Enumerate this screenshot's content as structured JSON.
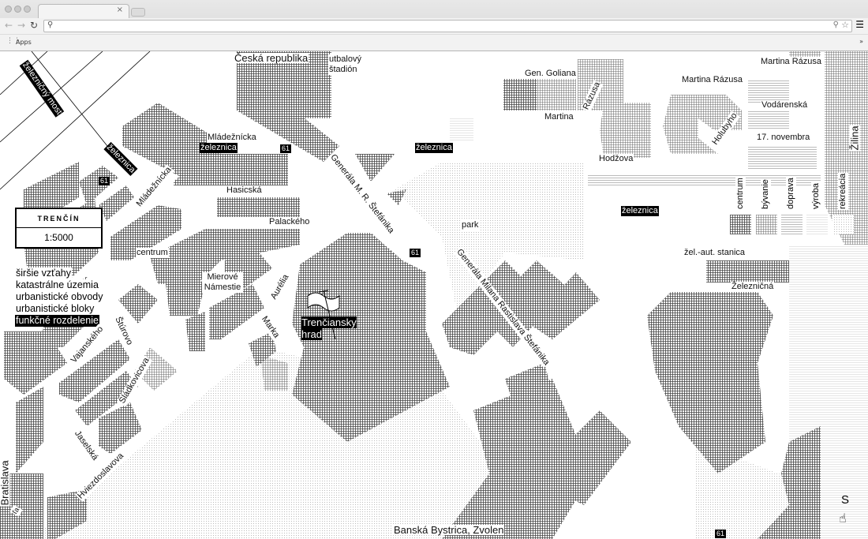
{
  "browser": {
    "tab_close": "×",
    "bookmarks_apps": "Apps",
    "address_value": "",
    "more": "»"
  },
  "map": {
    "title": "TRENČÍN",
    "scale": "1:5000",
    "layers": [
      {
        "label": "širšie vzťahy",
        "active": false
      },
      {
        "label": "katastrálne územia",
        "active": false
      },
      {
        "label": "urbanistické obvody",
        "active": false
      },
      {
        "label": "urbanistické bloky",
        "active": false
      },
      {
        "label": "funkčné rozdelenie",
        "active": true
      }
    ],
    "legend": [
      {
        "label": "centrum",
        "pattern": "dense-grid"
      },
      {
        "label": "bývanie",
        "pattern": "grid"
      },
      {
        "label": "doprava",
        "pattern": "h-lines"
      },
      {
        "label": "výroba",
        "pattern": "light-lines"
      },
      {
        "label": "rekreácia",
        "pattern": "light-dots"
      }
    ],
    "streets": [
      "Česká republika",
      "utbalový štadión",
      "Mládežnícka",
      "Mládežnícka",
      "Hasicská",
      "Palackého",
      "centrum",
      "Mierové Námestie",
      "Aurélia",
      "Marka",
      "Štúrovo",
      "Vajanského",
      "Sládkovicova",
      "Jaselská",
      "Hviezdoslavova",
      "Bratislava",
      "Generála M. R. Štefánika",
      "Generála Milana Rastislava Štefánika",
      "park",
      "Gen. Goliana",
      "Martina",
      "Rázusa",
      "Martina Rázusa",
      "Martina Rázusa",
      "Vodárenská",
      "Holubyho",
      "17. novembra",
      "Hodžova",
      "Žilina",
      "žel.-aut. stanica",
      "Železničná",
      "Banská Bystrica, Zvolen",
      "ľa"
    ],
    "rail_labels": [
      "železničný most",
      "železnica",
      "železnica",
      "železnica",
      "železnica"
    ],
    "route_number": "61",
    "landmark": "Trenčiansky hrad",
    "compass": "S",
    "colors": {
      "centrum": "#5a5a5a",
      "byvanie": "#8a8a8a",
      "ink": "#000000"
    }
  }
}
